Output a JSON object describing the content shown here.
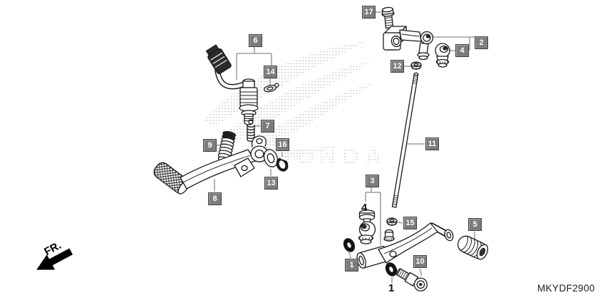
{
  "diagram": {
    "code": "MKYDF2900",
    "direction_label": "FR.",
    "watermark_text": "HONDA",
    "colors": {
      "callout_bg": "#7c7c7c",
      "callout_text": "#ffffff",
      "line_art": "#1a1a1a",
      "leader_line": "#8c8c8c",
      "watermark_dots": "#9a9a9a"
    },
    "callouts": [
      "1",
      "2",
      "3",
      "4",
      "5",
      "6",
      "7",
      "8",
      "9",
      "10",
      "11",
      "12",
      "13",
      "14",
      "15",
      "16",
      "17"
    ],
    "plain_labels": [
      "4",
      "1"
    ]
  }
}
